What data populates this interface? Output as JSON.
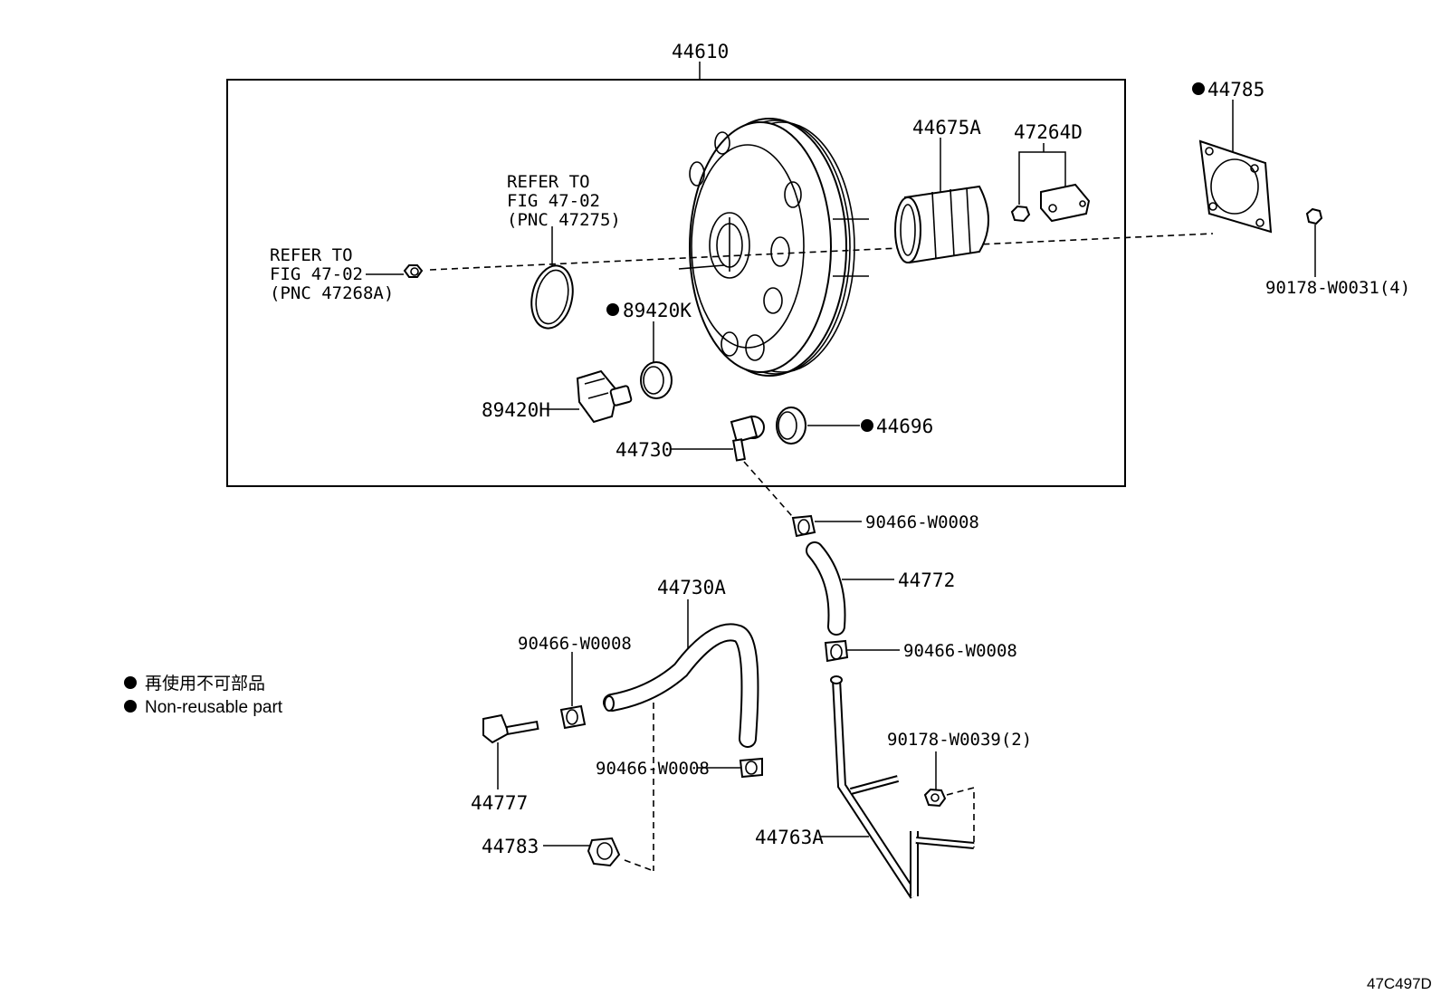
{
  "assembly": {
    "number": "44610"
  },
  "refers": [
    {
      "line1": "REFER TO",
      "line2": "FIG 47-02",
      "line3": "(PNC 47275)"
    },
    {
      "line1": "REFER TO",
      "line2": "FIG 47-02",
      "line3": "(PNC 47268A)"
    }
  ],
  "parts": {
    "p44785": "44785",
    "p44675A": "44675A",
    "p47264D": "47264D",
    "p90178_W0031": "90178-W0031(4)",
    "p89420K": "89420K",
    "p89420H": "89420H",
    "p44730": "44730",
    "p44696": "44696",
    "p90466_a": "90466-W0008",
    "p44772": "44772",
    "p44730A": "44730A",
    "p90466_b": "90466-W0008",
    "p90466_c": "90466-W0008",
    "p90466_d": "90466-W0008",
    "p90178_W0039": "90178-W0039(2)",
    "p44777": "44777",
    "p44783": "44783",
    "p44763A": "44763A"
  },
  "legend": {
    "item1": "再使用不可部品",
    "item2": "Non-reusable part"
  },
  "figure_code": "47C497D"
}
